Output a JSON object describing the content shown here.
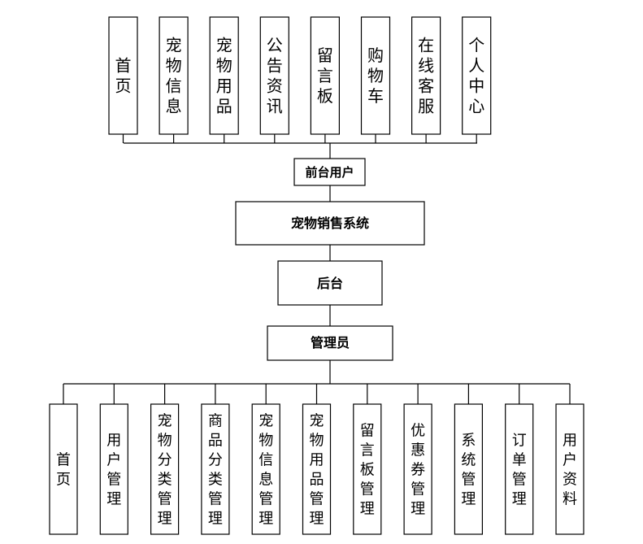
{
  "diagram": {
    "front_user": "前台用户",
    "system": "宠物销售系统",
    "backend": "后台",
    "admin": "管理员",
    "front_modules": [
      {
        "id": "front-home",
        "label": "首页"
      },
      {
        "id": "front-pet-info",
        "label": "宠物信息"
      },
      {
        "id": "front-pet-supplies",
        "label": "宠物用品"
      },
      {
        "id": "front-announcements",
        "label": "公告资讯"
      },
      {
        "id": "front-message-board",
        "label": "留言板"
      },
      {
        "id": "front-cart",
        "label": "购物车"
      },
      {
        "id": "front-online-support",
        "label": "在线客服"
      },
      {
        "id": "front-personal-center",
        "label": "个人中心"
      }
    ],
    "admin_modules": [
      {
        "id": "admin-home",
        "label": "首页"
      },
      {
        "id": "admin-user-mgmt",
        "label": "用户管理"
      },
      {
        "id": "admin-pet-category-mgmt",
        "label": "宠物分类管理"
      },
      {
        "id": "admin-product-category-mgmt",
        "label": "商品分类管理"
      },
      {
        "id": "admin-pet-info-mgmt",
        "label": "宠物信息管理"
      },
      {
        "id": "admin-pet-supplies-mgmt",
        "label": "宠物用品管理"
      },
      {
        "id": "admin-message-board-mgmt",
        "label": "留言板管理"
      },
      {
        "id": "admin-coupon-mgmt",
        "label": "优惠券管理"
      },
      {
        "id": "admin-system-mgmt",
        "label": "系统管理"
      },
      {
        "id": "admin-order-mgmt",
        "label": "订单管理"
      },
      {
        "id": "admin-user-profile",
        "label": "用户资料"
      }
    ]
  }
}
